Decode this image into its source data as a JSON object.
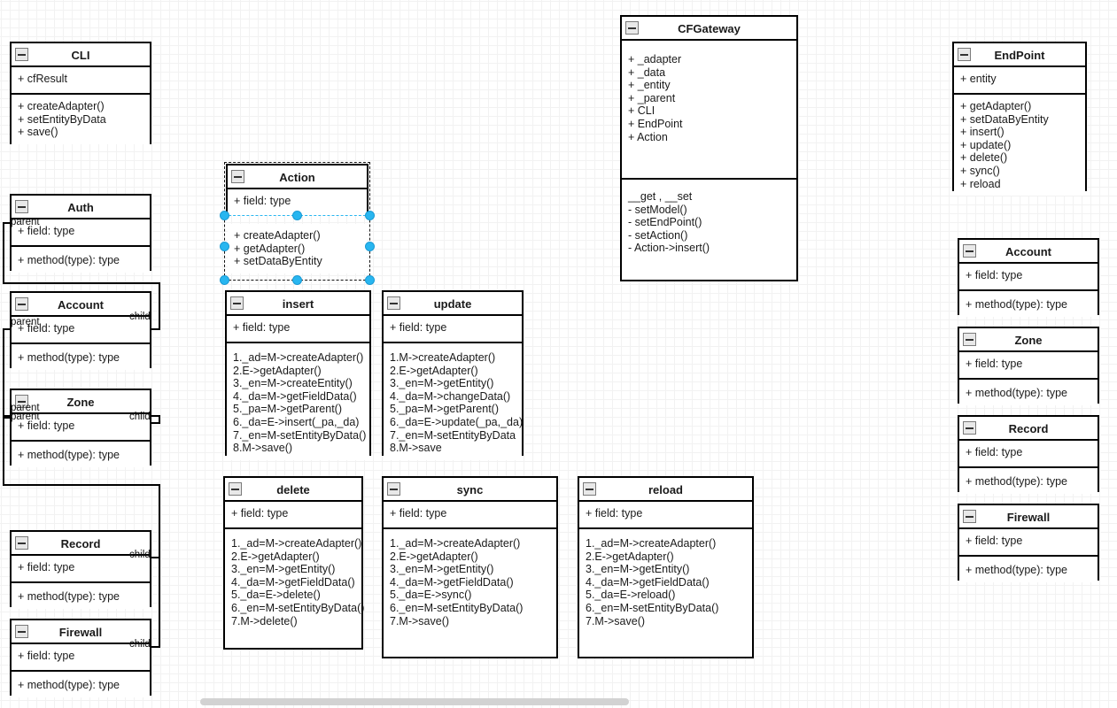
{
  "app": {
    "canvas_background": "#ffffff",
    "grid_minor_color": "#f2f2f2",
    "grid_major_color": "#dcdcdc",
    "selection_handle_color": "#28b6f0",
    "box_border_color": "#000000"
  },
  "classes": {
    "cli": {
      "name": "CLI",
      "attributes": [
        "+ cfResult"
      ],
      "methods": [
        "+ createAdapter()",
        "+ setEntityByData",
        "+ save()"
      ]
    },
    "cfgateway": {
      "name": "CFGateway",
      "attributes": [
        "+ _adapter",
        "+ _data",
        "+ _entity",
        "+ _parent",
        "+ CLI",
        "+ EndPoint",
        "+ Action"
      ],
      "methods": [
        "__get , __set",
        "- setModel()",
        "- setEndPoint()",
        "- setAction()",
        "- Action->insert()"
      ]
    },
    "endpoint": {
      "name": "EndPoint",
      "attributes": [
        "+  entity"
      ],
      "methods": [
        "+ getAdapter()",
        "+ setDataByEntity",
        "+ insert()",
        "+ update()",
        "+ delete()",
        "+ sync()",
        "+ reload"
      ]
    },
    "action": {
      "name": "Action",
      "attributes": [
        "+ field: type"
      ],
      "methods": [
        "+ createAdapter()",
        "+ getAdapter()",
        "+ setDataByEntity"
      ],
      "selected": true
    },
    "insert": {
      "name": "insert",
      "attributes": [
        "+ field: type"
      ],
      "methods": [
        "1._ad=M->createAdapter()",
        "2.E->getAdapter()",
        "3._en=M->createEntity()",
        "4._da=M->getFieldData()",
        "5._pa=M->getParent()",
        "6._da=E->insert(_pa,_da)",
        "7._en=M-setEntityByData()",
        "8.M->save()"
      ]
    },
    "update": {
      "name": "update",
      "attributes": [
        "+ field: type"
      ],
      "methods": [
        "1.M->createAdapter()",
        "2.E->getAdapter()",
        "3._en=M->getEntity()",
        "4._da=M->changeData()",
        "5._pa=M->getParent()",
        "6._da=E->update(_pa,_da)",
        "7._en=M-setEntityByData",
        "8.M->save"
      ]
    },
    "delete": {
      "name": "delete",
      "attributes": [
        "+ field: type"
      ],
      "methods": [
        "1._ad=M->createAdapter()",
        "2.E->getAdapter()",
        "3._en=M->getEntity()",
        "4._da=M->getFieldData()",
        "5._da=E->delete()",
        "6._en=M-setEntityByData()",
        "7.M->delete()"
      ]
    },
    "sync": {
      "name": "sync",
      "attributes": [
        "+ field: type"
      ],
      "methods": [
        "1._ad=M->createAdapter()",
        "2.E->getAdapter()",
        "3._en=M->getEntity()",
        "4._da=M->getFieldData()",
        "5._da=E->sync()",
        "6._en=M-setEntityByData()",
        "7.M->save()"
      ]
    },
    "reload": {
      "name": "reload",
      "attributes": [
        "+ field: type"
      ],
      "methods": [
        "1._ad=M->createAdapter()",
        "2.E->getAdapter()",
        "3._en=M->getEntity()",
        "4._da=M->getFieldData()",
        "5._da=E->reload()",
        "6._en=M-setEntityByData()",
        "7.M->save()"
      ]
    },
    "auth": {
      "name": "Auth",
      "attributes": [
        "+ field: type"
      ],
      "methods": [
        "+ method(type): type"
      ]
    },
    "account_left": {
      "name": "Account",
      "attributes": [
        "+ field: type"
      ],
      "methods": [
        "+ method(type): type"
      ]
    },
    "zone_left": {
      "name": "Zone",
      "attributes": [
        "+ field: type"
      ],
      "methods": [
        "+ method(type): type"
      ]
    },
    "record_left": {
      "name": "Record",
      "attributes": [
        "+ field: type"
      ],
      "methods": [
        "+ method(type): type"
      ]
    },
    "firewall_left": {
      "name": "Firewall",
      "attributes": [
        "+ field: type"
      ],
      "methods": [
        "+ method(type): type"
      ]
    },
    "account_right": {
      "name": "Account",
      "attributes": [
        "+ field: type"
      ],
      "methods": [
        "+ method(type): type"
      ]
    },
    "zone_right": {
      "name": "Zone",
      "attributes": [
        "+ field: type"
      ],
      "methods": [
        "+ method(type): type"
      ]
    },
    "record_right": {
      "name": "Record",
      "attributes": [
        "+ field: type"
      ],
      "methods": [
        "+ method(type): type"
      ]
    },
    "firewall_right": {
      "name": "Firewall",
      "attributes": [
        "+ field: type"
      ],
      "methods": [
        "+ method(type): type"
      ]
    }
  },
  "edge_labels": {
    "auth_parent": "parent",
    "account_parent": "parent",
    "account_child": "child",
    "zone_parent_a": "parent",
    "zone_parent_b": "parent",
    "zone_child": "child",
    "record_child": "child",
    "firewall_child": "child"
  },
  "icons": {
    "collapse": "collapse-icon"
  }
}
